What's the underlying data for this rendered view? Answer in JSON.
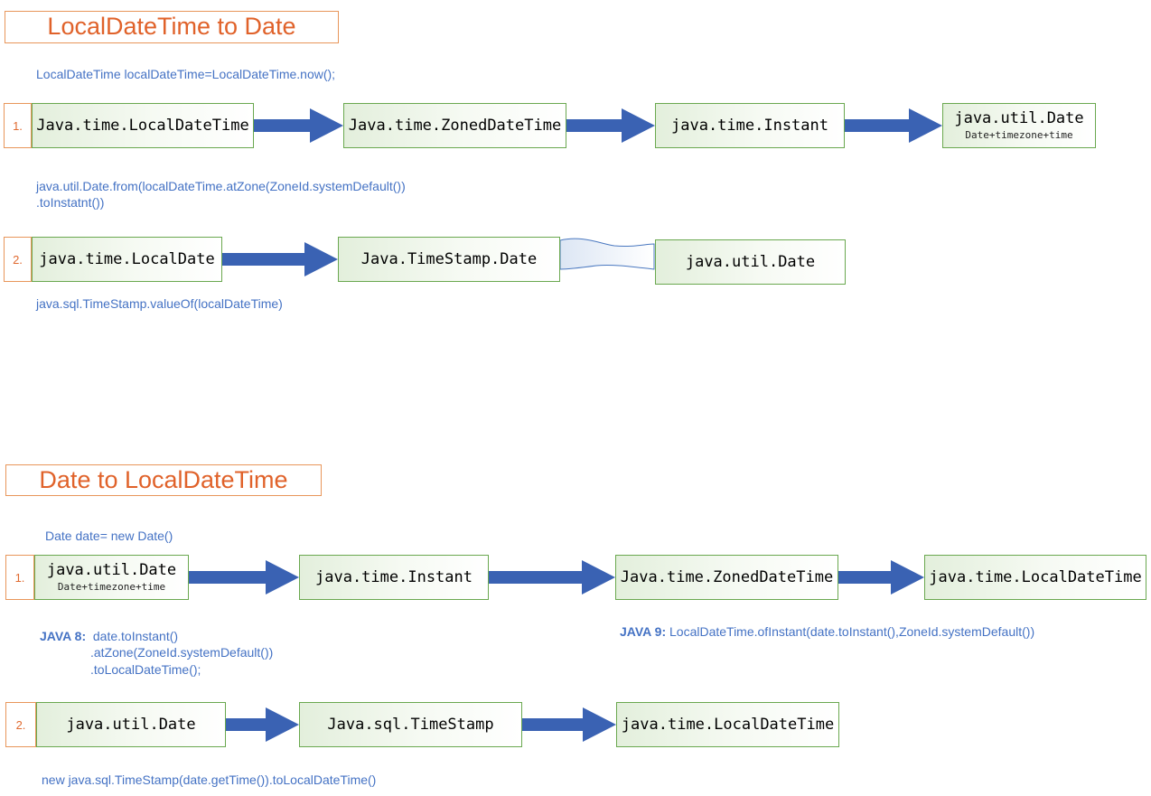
{
  "colors": {
    "arrow": "#3a62b3",
    "title_text": "#e0622a",
    "title_border": "#e8965a",
    "box_border": "#6aa84f",
    "code_text": "#4472c4"
  },
  "section1": {
    "title": "LocalDateTime to Date",
    "intro": "LocalDateTime localDateTime=LocalDateTime.now();",
    "row1": {
      "number": "1.",
      "nodes": [
        "Java.time.LocalDateTime",
        "Java.time.ZonedDateTime",
        "java.time.Instant",
        "java.util.Date"
      ],
      "last_sub": "Date+timezone+time",
      "code_line1": "java.util.Date.from(localDateTime.atZone(ZoneId.systemDefault())",
      "code_line2": ".toInstatnt())"
    },
    "row2": {
      "number": "2.",
      "nodes": [
        "java.time.LocalDate",
        "Java.TimeStamp.Date",
        "java.util.Date"
      ],
      "code": "java.sql.TimeStamp.valueOf(localDateTime)"
    }
  },
  "section2": {
    "title": "Date to LocalDateTime",
    "intro": "Date date= new Date()",
    "row1": {
      "number": "1.",
      "nodes": [
        "java.util.Date",
        "java.time.Instant",
        "Java.time.ZonedDateTime",
        "java.time.LocalDateTime"
      ],
      "first_sub": "Date+timezone+time",
      "java8_label": "JAVA 8",
      "java8_line1": "date.toInstant()",
      "java8_line2": ".atZone(ZoneId.systemDefault())",
      "java8_line3": ".toLocalDateTime();",
      "java9_label": "JAVA 9",
      "java9_code": "LocalDateTime.ofInstant(date.toInstant(),ZoneId.systemDefault())"
    },
    "row2": {
      "number": "2.",
      "nodes": [
        "java.util.Date",
        "Java.sql.TimeStamp",
        "java.time.LocalDateTime"
      ],
      "code": "new java.sql.TimeStamp(date.getTime()).toLocalDateTime()"
    }
  }
}
